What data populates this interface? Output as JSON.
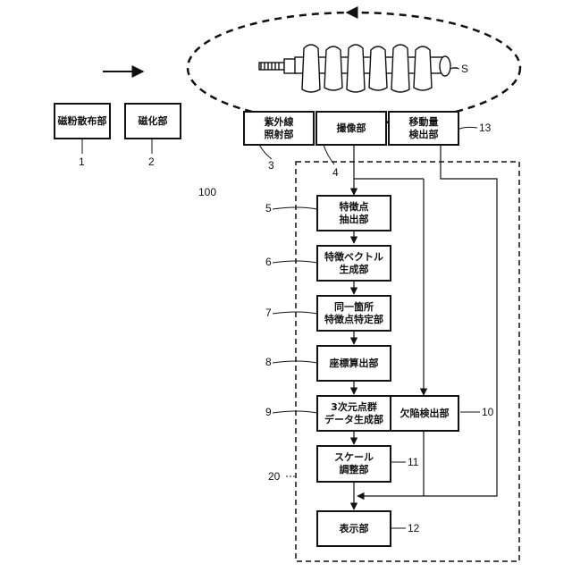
{
  "boxes": {
    "b1": "磁粉散布部",
    "b2": "磁化部",
    "b3": "紫外線\n照射部",
    "b4": "撮像部",
    "b13": "移動量\n検出部",
    "b5": "特徴点\n抽出部",
    "b6": "特徴ベクトル\n生成部",
    "b7": "同一箇所\n特徴点特定部",
    "b8": "座標算出部",
    "b9": "3次元点群\nデータ生成部",
    "b10": "欠陥検出部",
    "b11": "スケール\n調整部",
    "b12": "表示部"
  },
  "refs": {
    "n1": "1",
    "n2": "2",
    "n3": "3",
    "n4": "4",
    "n5": "5",
    "n6": "6",
    "n7": "7",
    "n8": "8",
    "n9": "9",
    "n10": "10",
    "n11": "11",
    "n12": "12",
    "n13": "13",
    "n20": "20",
    "n100": "100",
    "s": "S"
  }
}
